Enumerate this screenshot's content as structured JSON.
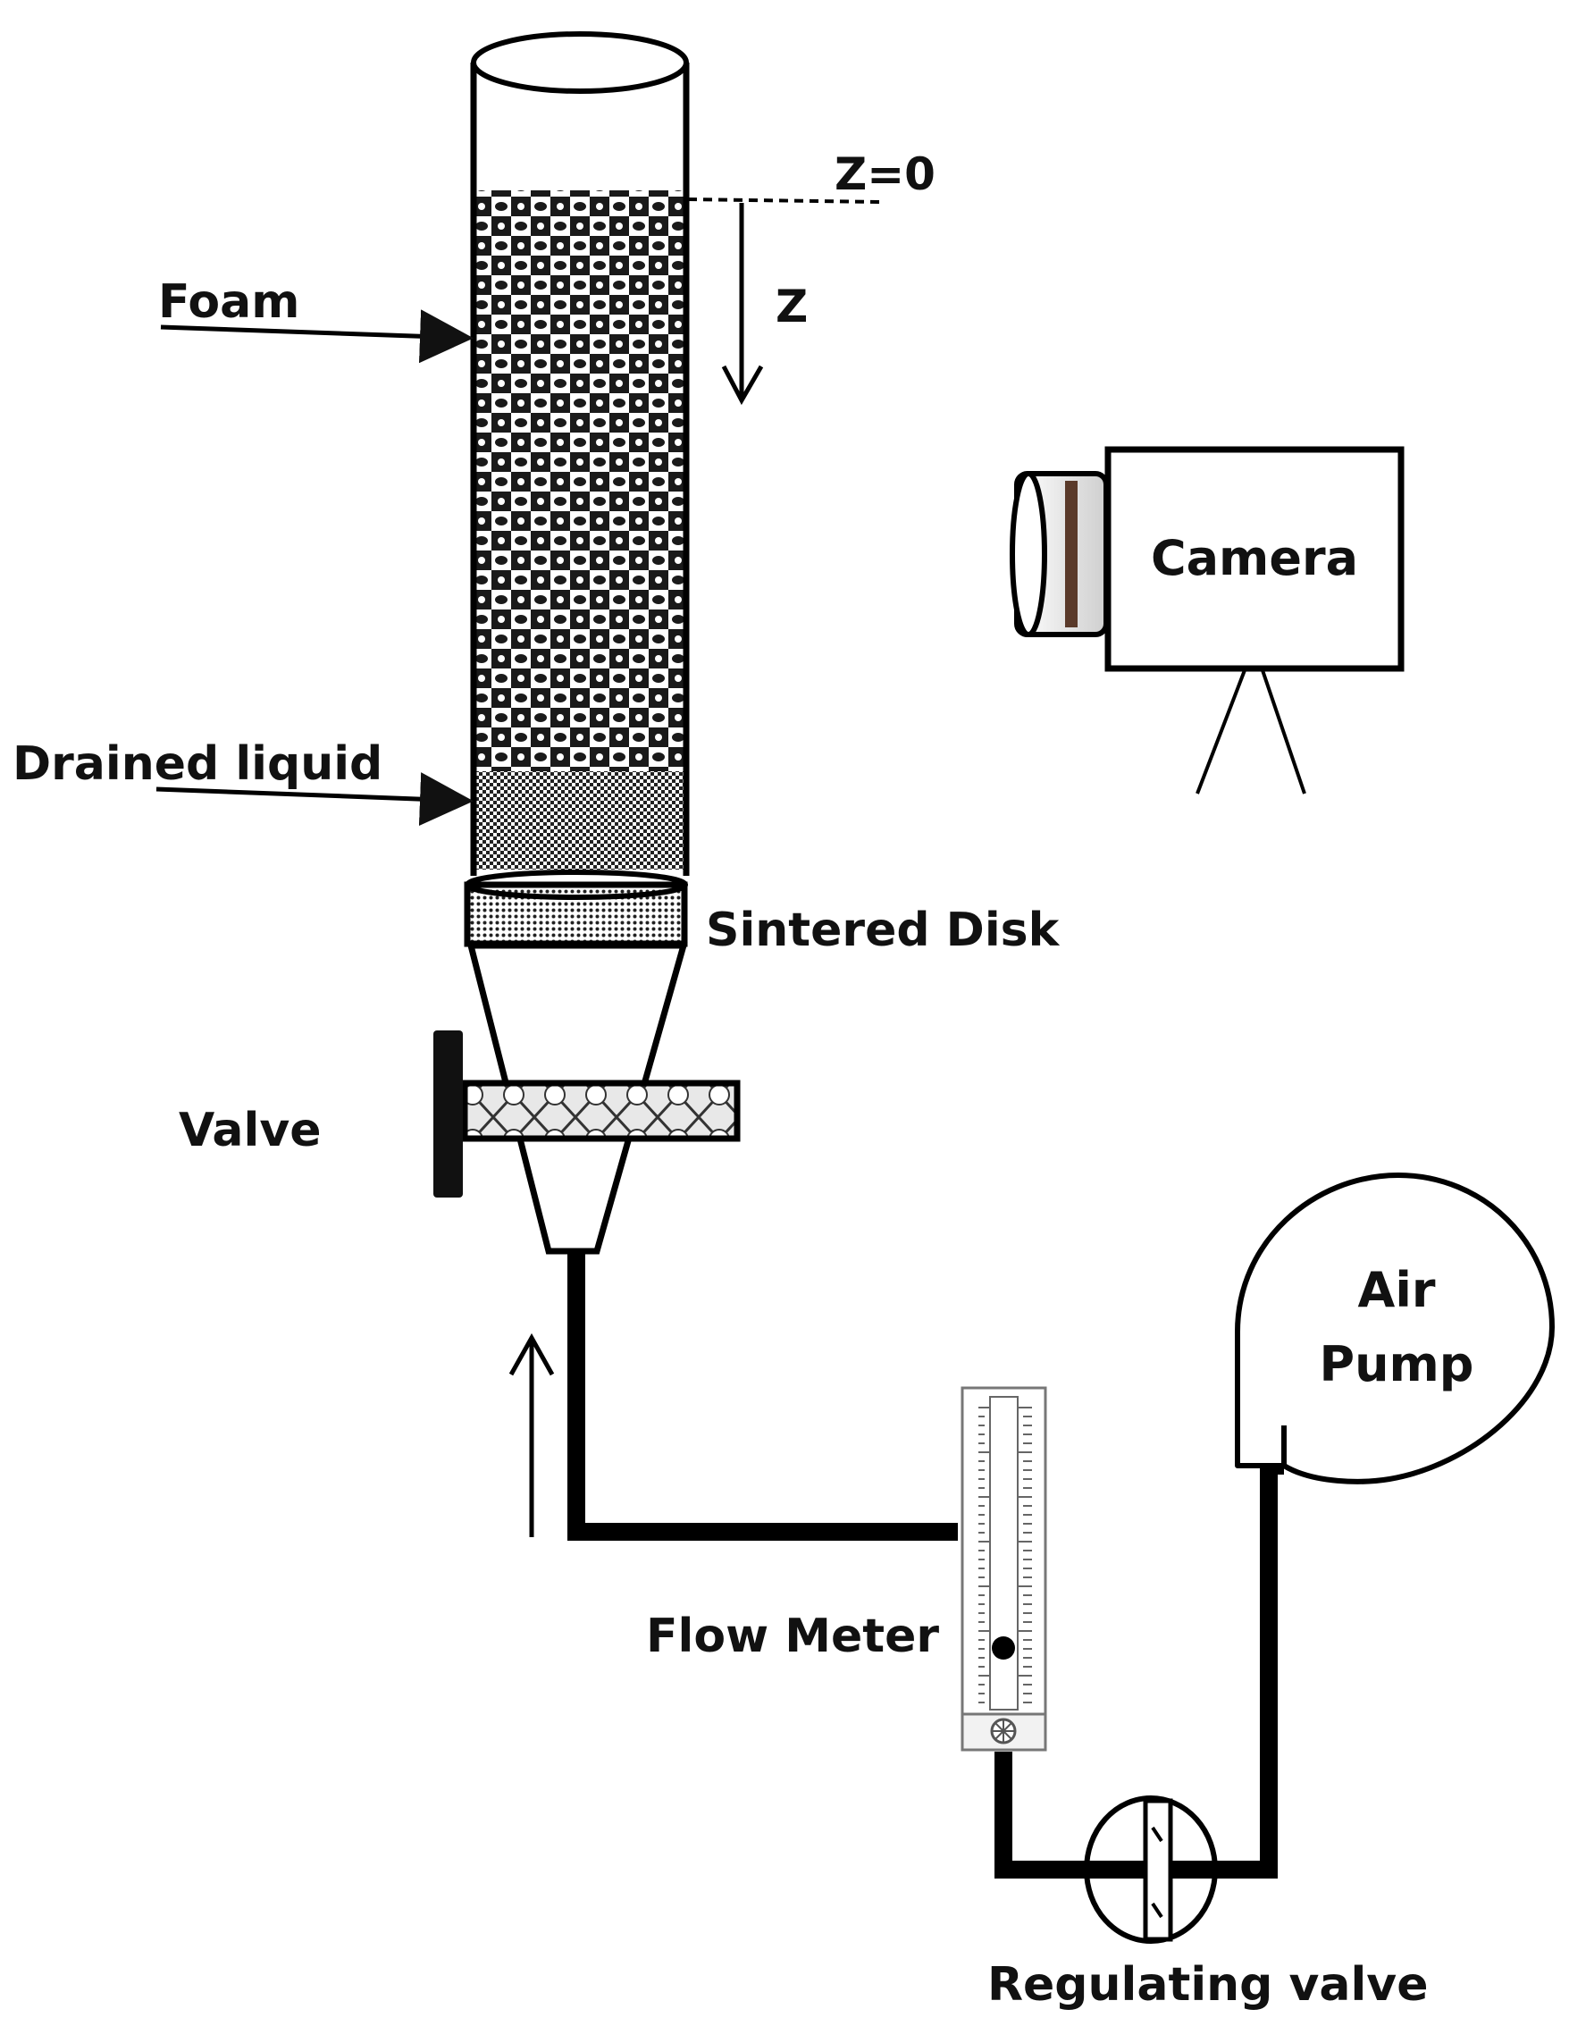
{
  "labels": {
    "z0": "Z=0",
    "z": "Z",
    "foam": "Foam",
    "drained_liquid": "Drained liquid",
    "sintered_disk": "Sintered Disk",
    "valve": "Valve",
    "camera": "Camera",
    "air_pump_line1": "Air",
    "air_pump_line2": "Pump",
    "flow_meter": "Flow Meter",
    "regulating_valve": "Regulating valve"
  }
}
